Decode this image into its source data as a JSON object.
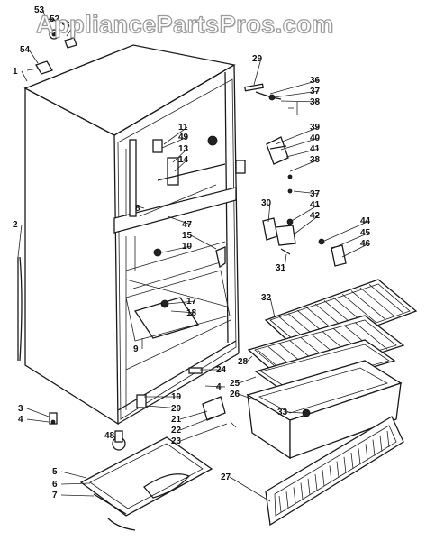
{
  "watermark": "AppliancePartsPros.com",
  "labels": [
    "53",
    "52",
    "5",
    "54",
    "1",
    "2",
    "3",
    "4",
    "48",
    "5",
    "6",
    "7",
    "29",
    "36",
    "37",
    "38",
    "39",
    "40",
    "41",
    "38",
    "37",
    "11",
    "49",
    "13",
    "14",
    "8",
    "47",
    "15",
    "10",
    "30",
    "41",
    "42",
    "44",
    "45",
    "46",
    "31",
    "32",
    "17",
    "18",
    "9",
    "28",
    "24",
    "4",
    "25",
    "26",
    "19",
    "20",
    "21",
    "22",
    "23",
    "33",
    "27"
  ]
}
